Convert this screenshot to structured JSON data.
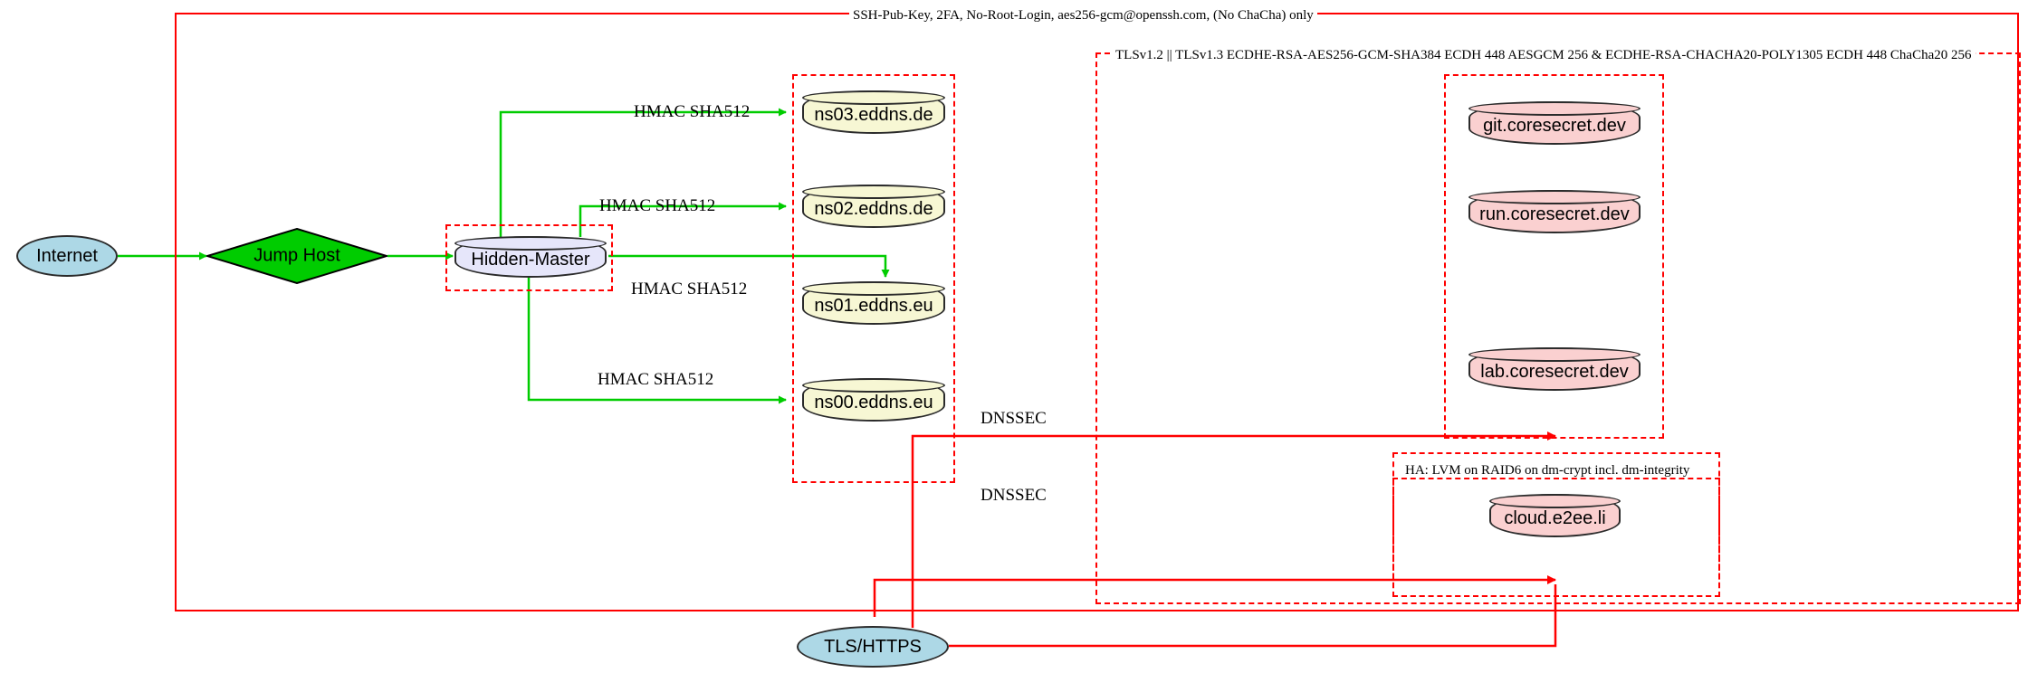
{
  "diagram": {
    "title": "Network Security Topology",
    "colors": {
      "trust_boundary": "#ff0000",
      "ssh_edge": "#00cc00",
      "tls_edge": "#ff0000",
      "internet_fill": "#add8e6",
      "jump_host_fill": "#00cc00",
      "hidden_master_fill": "#e6e6fa",
      "dns_fill": "#f7f7d4",
      "service_fill": "#fad0d0"
    }
  },
  "clusters": {
    "ssh": {
      "label": "SSH-Pub-Key, 2FA, No-Root-Login, aes256-gcm@openssh.com, (No ChaCha) only"
    },
    "tls": {
      "label": "TLSv1.2 || TLSv1.3 ECDHE-RSA-AES256-GCM-SHA384 ECDH 448 AESGCM 256 & ECDHE-RSA-CHACHA20-POLY1305 ECDH 448 ChaCha20 256"
    },
    "ha": {
      "label": "HA: LVM on RAID6 on dm-crypt incl. dm-integrity"
    },
    "hidden_master": {
      "label": ""
    },
    "dns_zone": {
      "label": ""
    },
    "coresecret": {
      "label": ""
    },
    "cloud": {
      "label": ""
    }
  },
  "nodes": {
    "internet": {
      "label": "Internet",
      "shape": "ellipse"
    },
    "jump_host": {
      "label": "Jump Host",
      "shape": "diamond"
    },
    "hidden_master": {
      "label": "Hidden-Master",
      "shape": "cylinder"
    },
    "ns03": {
      "label": "ns03.eddns.de",
      "shape": "cylinder"
    },
    "ns02": {
      "label": "ns02.eddns.de",
      "shape": "cylinder"
    },
    "ns01": {
      "label": "ns01.eddns.eu",
      "shape": "cylinder"
    },
    "ns00": {
      "label": "ns00.eddns.eu",
      "shape": "cylinder"
    },
    "git": {
      "label": "git.coresecret.dev",
      "shape": "cylinder"
    },
    "run": {
      "label": "run.coresecret.dev",
      "shape": "cylinder"
    },
    "lab": {
      "label": "lab.coresecret.dev",
      "shape": "cylinder"
    },
    "cloud": {
      "label": "cloud.e2ee.li",
      "shape": "cylinder"
    },
    "tls_https": {
      "label": "TLS/HTTPS",
      "shape": "ellipse"
    }
  },
  "edge_labels": {
    "hmac_ns03": "HMAC SHA512",
    "hmac_ns02": "HMAC SHA512",
    "hmac_ns01": "HMAC SHA512",
    "hmac_ns00": "HMAC SHA512",
    "dnssec_upper": "DNSSEC",
    "dnssec_lower": "DNSSEC"
  }
}
